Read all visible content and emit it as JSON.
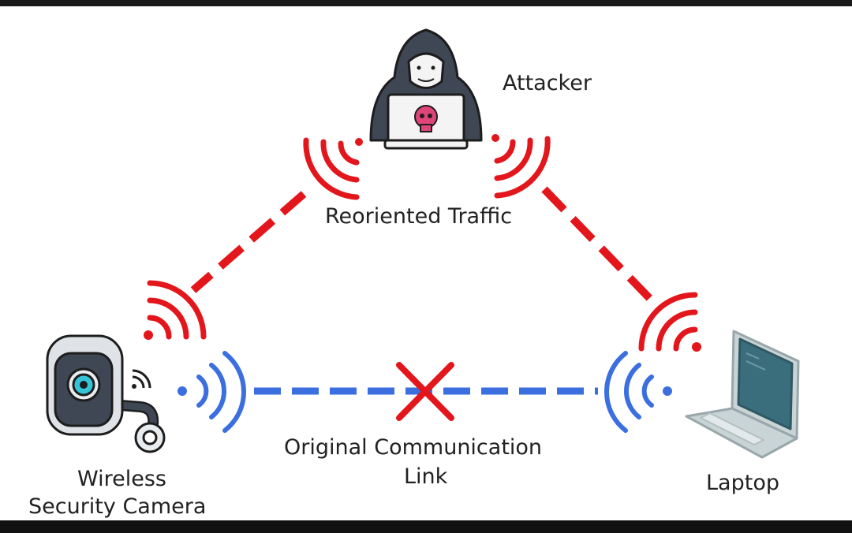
{
  "labels": {
    "attacker": "Attacker",
    "reoriented_traffic": "Reoriented Traffic",
    "original_link_line1": "Original Communication",
    "original_link_line2": "Link",
    "camera_line1": "Wireless",
    "camera_line2": "Security Camera",
    "laptop": "Laptop"
  },
  "colors": {
    "attack_path": "#e3161c",
    "original_link": "#3b6fe0",
    "broken_mark": "#e3161c",
    "attacker_body": "#3f4654",
    "skull": "#e0457a",
    "camera_body": "#3f4654",
    "camera_lens": "#35c3d8",
    "laptop_screen": "#3b6e7c",
    "laptop_body": "#c9d4d6"
  },
  "icons": {
    "attacker": "hooded-hacker-icon",
    "camera": "security-camera-icon",
    "laptop": "laptop-icon",
    "broken_link": "red-x-icon"
  }
}
